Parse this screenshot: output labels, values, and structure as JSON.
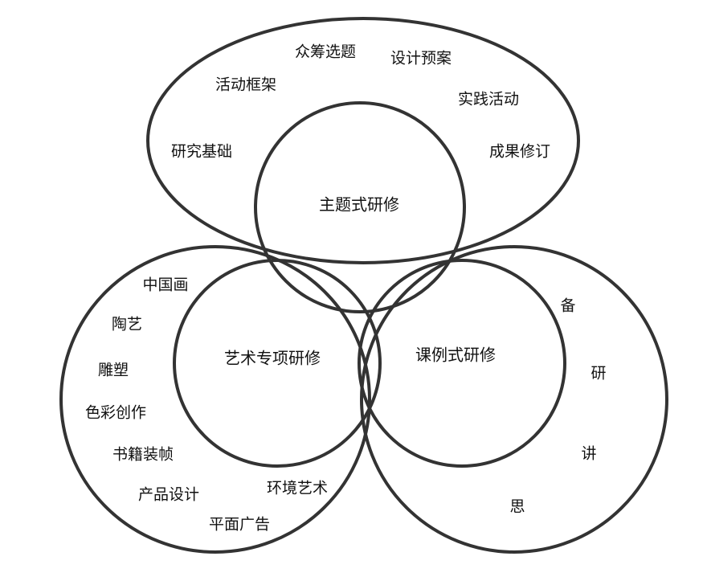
{
  "top": {
    "center": "主题式研修",
    "items": [
      "众筹选题",
      "设计预案",
      "活动框架",
      "实践活动",
      "研究基础",
      "成果修订"
    ]
  },
  "left": {
    "center": "艺术专项研修",
    "items": [
      "中国画",
      "陶艺",
      "雕塑",
      "色彩创作",
      "书籍装帧",
      "产品设计",
      "环境艺术",
      "平面广告"
    ]
  },
  "right": {
    "center": "课例式研修",
    "items": [
      "备",
      "研",
      "讲",
      "思"
    ]
  }
}
